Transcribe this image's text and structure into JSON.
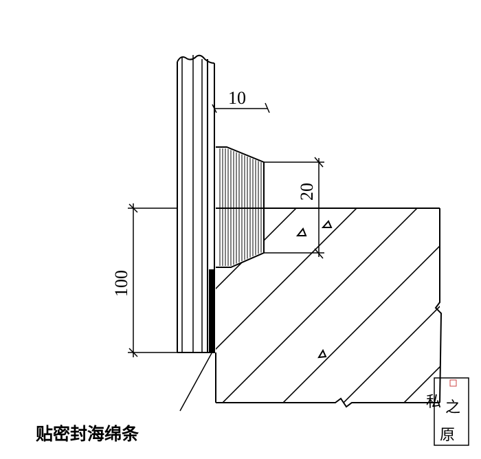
{
  "dimensions": {
    "top_width": "10",
    "sponge_height": "20",
    "side_height": "100"
  },
  "callout": {
    "label": "贴密封海绵条"
  },
  "seal": {
    "line1": "私",
    "line2": "之",
    "line3": "原"
  }
}
